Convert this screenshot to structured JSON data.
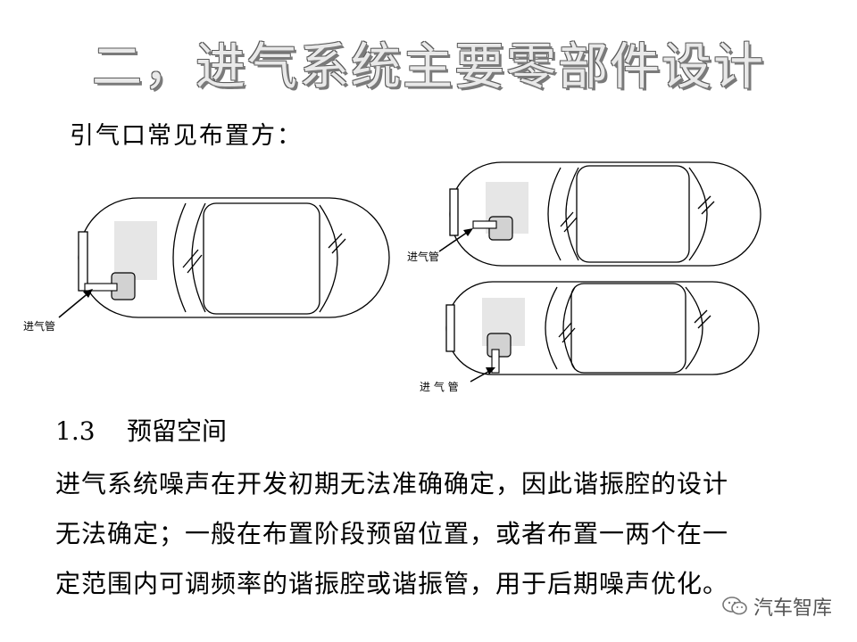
{
  "title": "二，进气系统主要零部件设计",
  "subtitle": "引气口常见布置方：",
  "diagram": {
    "labels": [
      "进气管",
      "进气管",
      "进 气 管"
    ]
  },
  "section": {
    "number": "1.3",
    "heading": "预留空间"
  },
  "paragraph": [
    "进气系统噪声在开发初期无法准确确定，因此谐振腔的设计",
    "无法确定；一般在布置阶段预留位置，或者布置一两个在一",
    "定范围内可调频率的谐振腔或谐振管，用于后期噪声优化。"
  ],
  "watermark": {
    "icon": "wechat-icon",
    "text": "汽车智库"
  }
}
